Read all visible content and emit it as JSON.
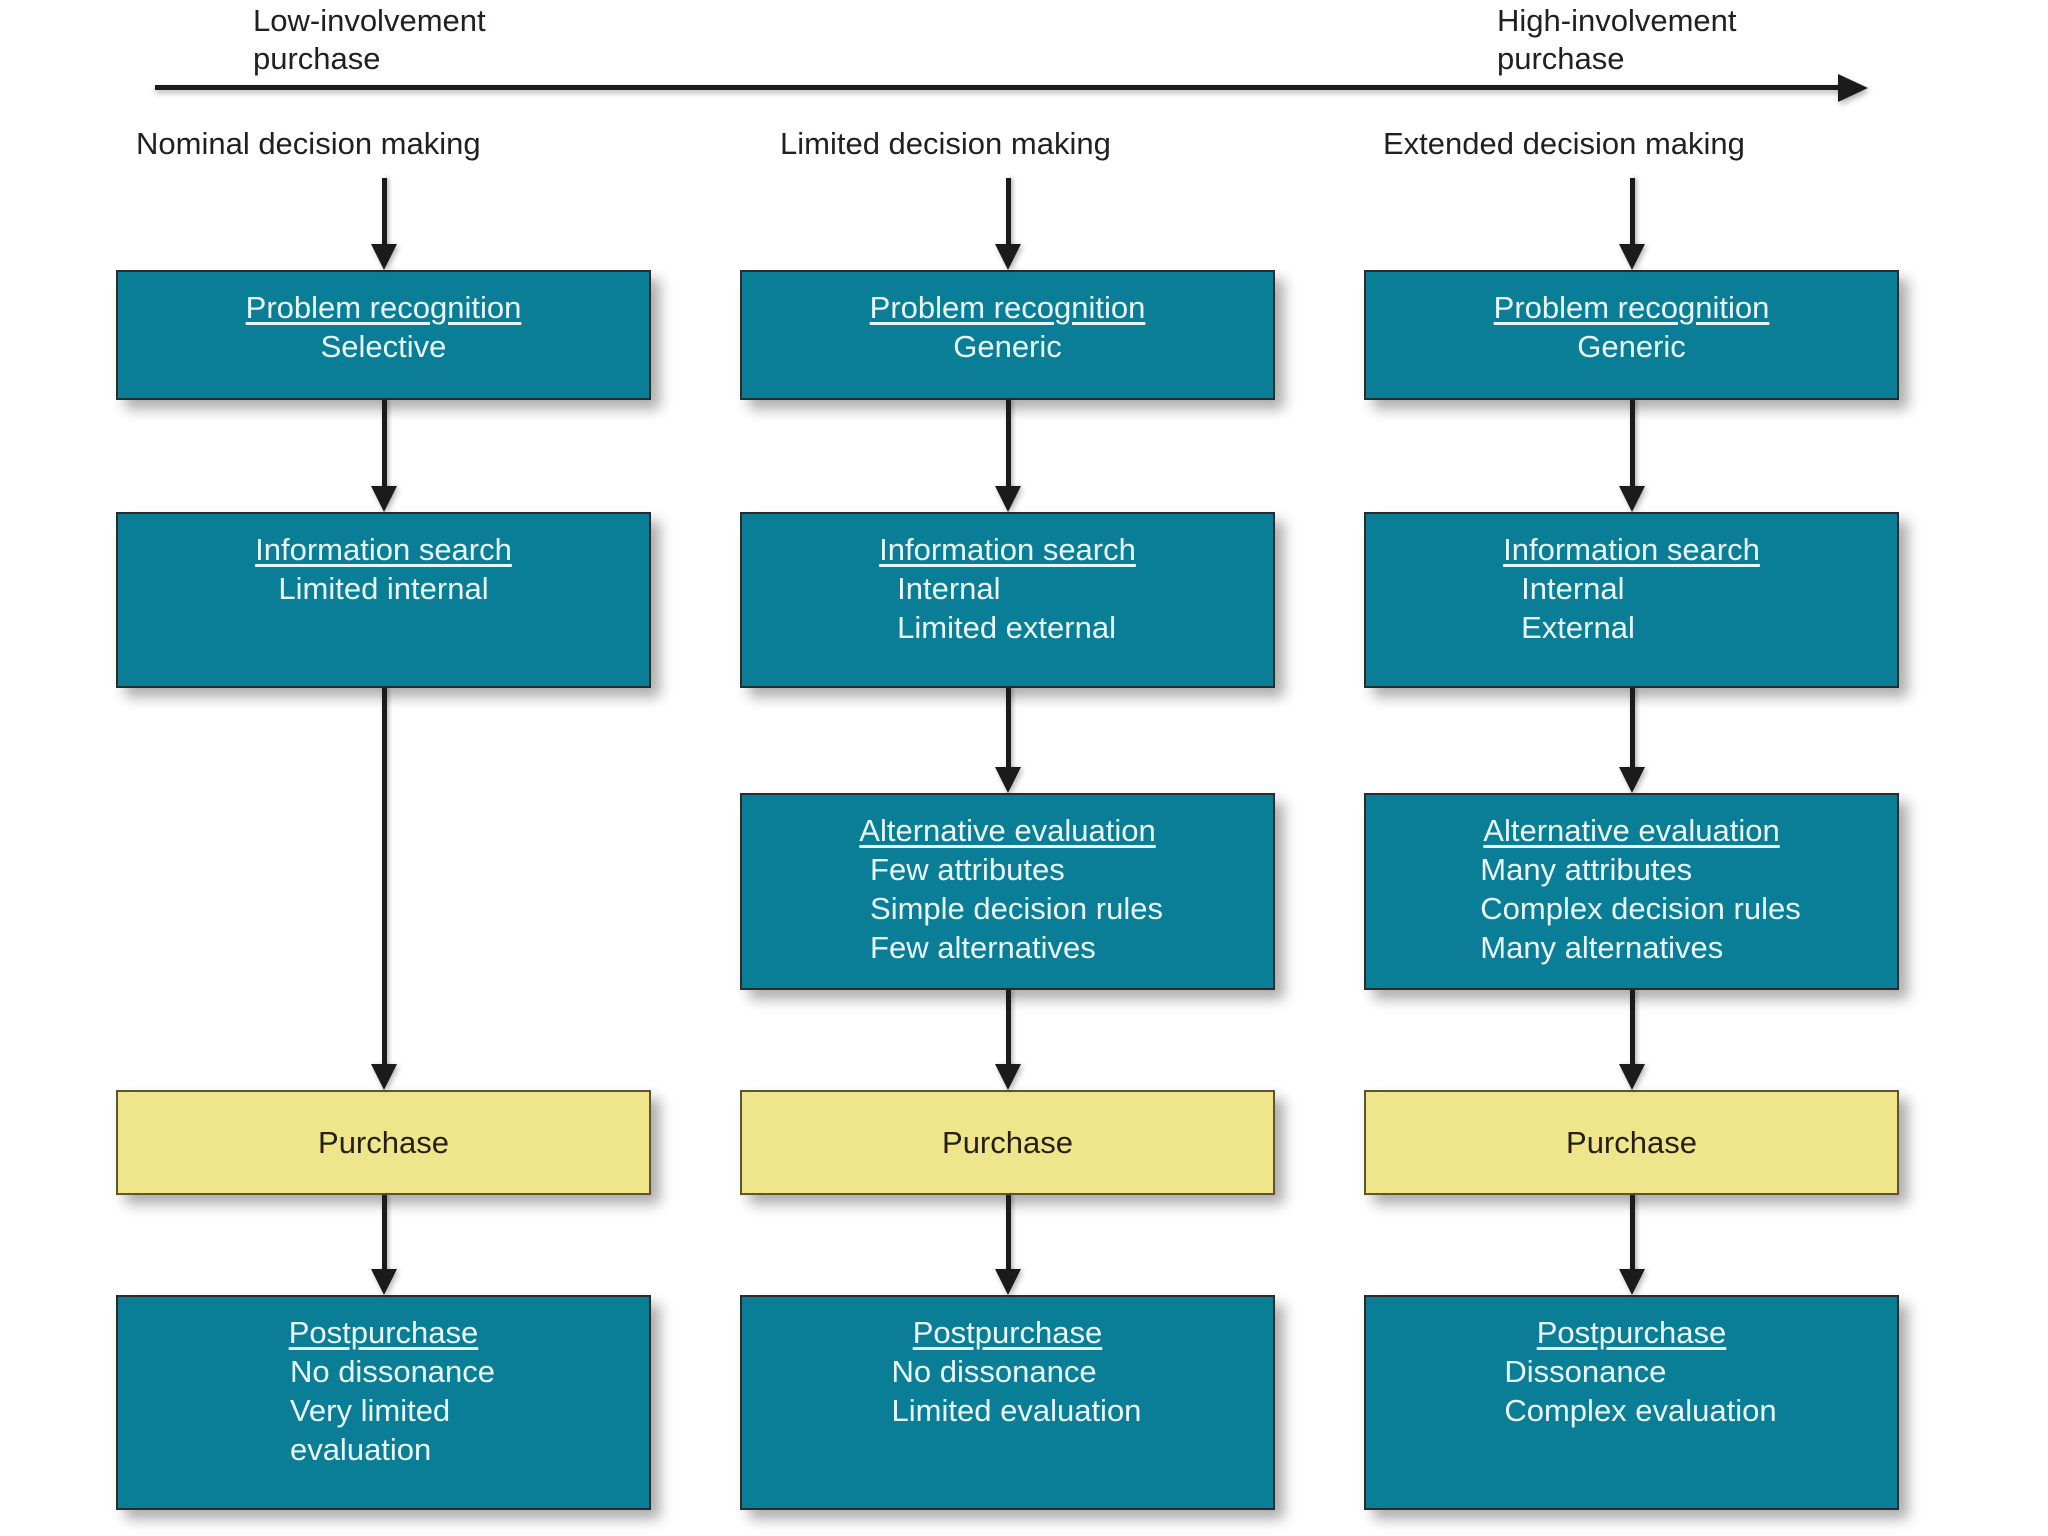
{
  "axis": {
    "low_label": "Low-involvement\npurchase",
    "high_label": "High-involvement\npurchase",
    "arrow_direction": "left-to-right"
  },
  "columns": [
    {
      "header": "Nominal decision making",
      "steps": [
        {
          "title": "Problem recognition",
          "lines": [
            "Selective"
          ],
          "color": "#0a7e96",
          "style": "teal",
          "align": "center"
        },
        {
          "title": "Information search",
          "lines": [
            "Limited internal"
          ],
          "color": "#0a7e96",
          "style": "teal",
          "align": "center"
        },
        {
          "title": "Purchase",
          "lines": [],
          "color": "#efe68c",
          "style": "yellow",
          "align": "center"
        },
        {
          "title": "Postpurchase",
          "lines": [
            "No dissonance",
            "Very limited",
            "evaluation"
          ],
          "color": "#0a7e96",
          "style": "teal",
          "align": "left"
        }
      ]
    },
    {
      "header": "Limited decision making",
      "steps": [
        {
          "title": "Problem recognition",
          "lines": [
            "Generic"
          ],
          "color": "#0a7e96",
          "style": "teal",
          "align": "center"
        },
        {
          "title": "Information search",
          "lines": [
            "Internal",
            "Limited external"
          ],
          "color": "#0a7e96",
          "style": "teal",
          "align": "left"
        },
        {
          "title": "Alternative evaluation",
          "lines": [
            "Few attributes",
            "Simple decision rules",
            "Few alternatives"
          ],
          "color": "#0a7e96",
          "style": "teal",
          "align": "left"
        },
        {
          "title": "Purchase",
          "lines": [],
          "color": "#efe68c",
          "style": "yellow",
          "align": "center"
        },
        {
          "title": "Postpurchase",
          "lines": [
            "No dissonance",
            "Limited evaluation"
          ],
          "color": "#0a7e96",
          "style": "teal",
          "align": "left"
        }
      ]
    },
    {
      "header": "Extended decision making",
      "steps": [
        {
          "title": "Problem recognition",
          "lines": [
            "Generic"
          ],
          "color": "#0a7e96",
          "style": "teal",
          "align": "center"
        },
        {
          "title": "Information search",
          "lines": [
            "Internal",
            "External"
          ],
          "color": "#0a7e96",
          "style": "teal",
          "align": "left"
        },
        {
          "title": "Alternative evaluation",
          "lines": [
            "Many attributes",
            "Complex decision rules",
            "Many alternatives"
          ],
          "color": "#0a7e96",
          "style": "teal",
          "align": "left"
        },
        {
          "title": "Purchase",
          "lines": [],
          "color": "#efe68c",
          "style": "yellow",
          "align": "center"
        },
        {
          "title": "Postpurchase",
          "lines": [
            "Dissonance",
            "Complex evaluation"
          ],
          "color": "#0a7e96",
          "style": "teal",
          "align": "left"
        }
      ]
    }
  ],
  "colors": {
    "box_teal": "#0a7e96",
    "box_yellow": "#efe68c",
    "text_on_teal": "#eaf7fa",
    "text_on_yellow": "#262013",
    "line": "#1b1b1b",
    "background": "#ffffff"
  }
}
